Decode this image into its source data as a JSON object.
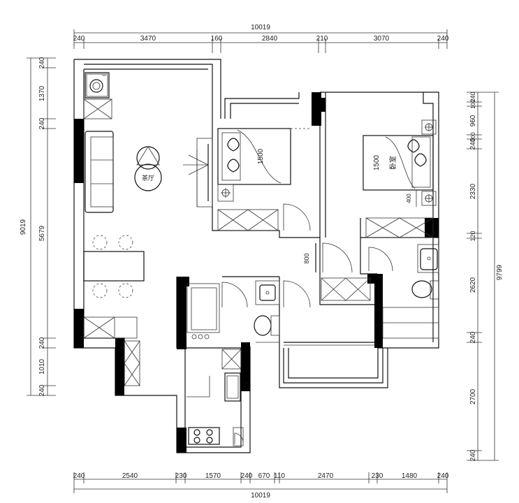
{
  "dimensions": {
    "top_total": "10019",
    "top_segments": [
      "240",
      "3470",
      "160",
      "2840",
      "210",
      "3070",
      "240"
    ],
    "bottom_total": "10019",
    "bottom_segments": [
      "240",
      "2540",
      "230",
      "1570",
      "240",
      "670",
      "110",
      "2470",
      "230",
      "1480",
      "240"
    ],
    "left_total": "9019",
    "left_segments": [
      "240",
      "1370",
      "240",
      "5679",
      "240",
      "1010",
      "240"
    ],
    "right_total": "9799",
    "right_segments": [
      "240",
      "100",
      "960",
      "100",
      "240",
      "2330",
      "120",
      "2620",
      "240",
      "2700",
      "240"
    ]
  },
  "room_labels": {
    "tea_table": "茶厅",
    "bed_master": "1500",
    "bed_second": "1500",
    "bed_second_text": "卧室",
    "closet": "400",
    "corridor": "800"
  }
}
